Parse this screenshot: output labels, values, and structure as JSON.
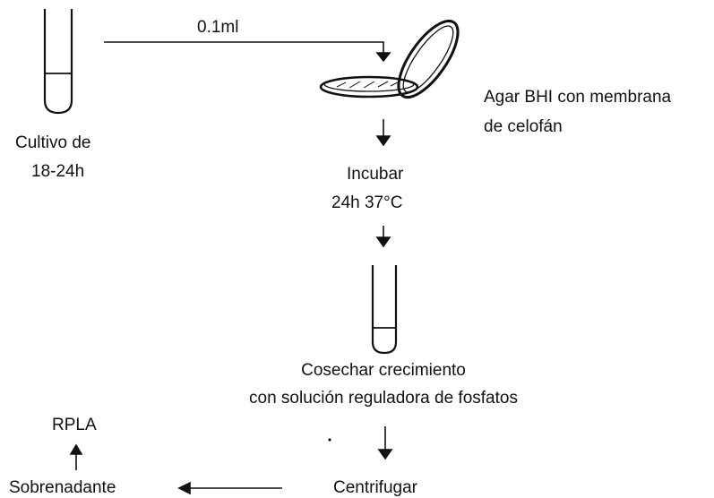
{
  "labels": {
    "volume": "0.1ml",
    "culture_line1": "Cultivo de",
    "culture_line2": "18-24h",
    "agar_line1": "Agar BHI con membrana",
    "agar_line2": "de celofán",
    "incubate_line1": "Incubar",
    "incubate_line2": "24h 37°C",
    "harvest_line1": "Cosechar crecimiento",
    "harvest_line2": "con solución reguladora de fosfatos",
    "centrifuge": "Centrifugar",
    "supernatant": "Sobrenadante",
    "rpla": "RPLA"
  }
}
